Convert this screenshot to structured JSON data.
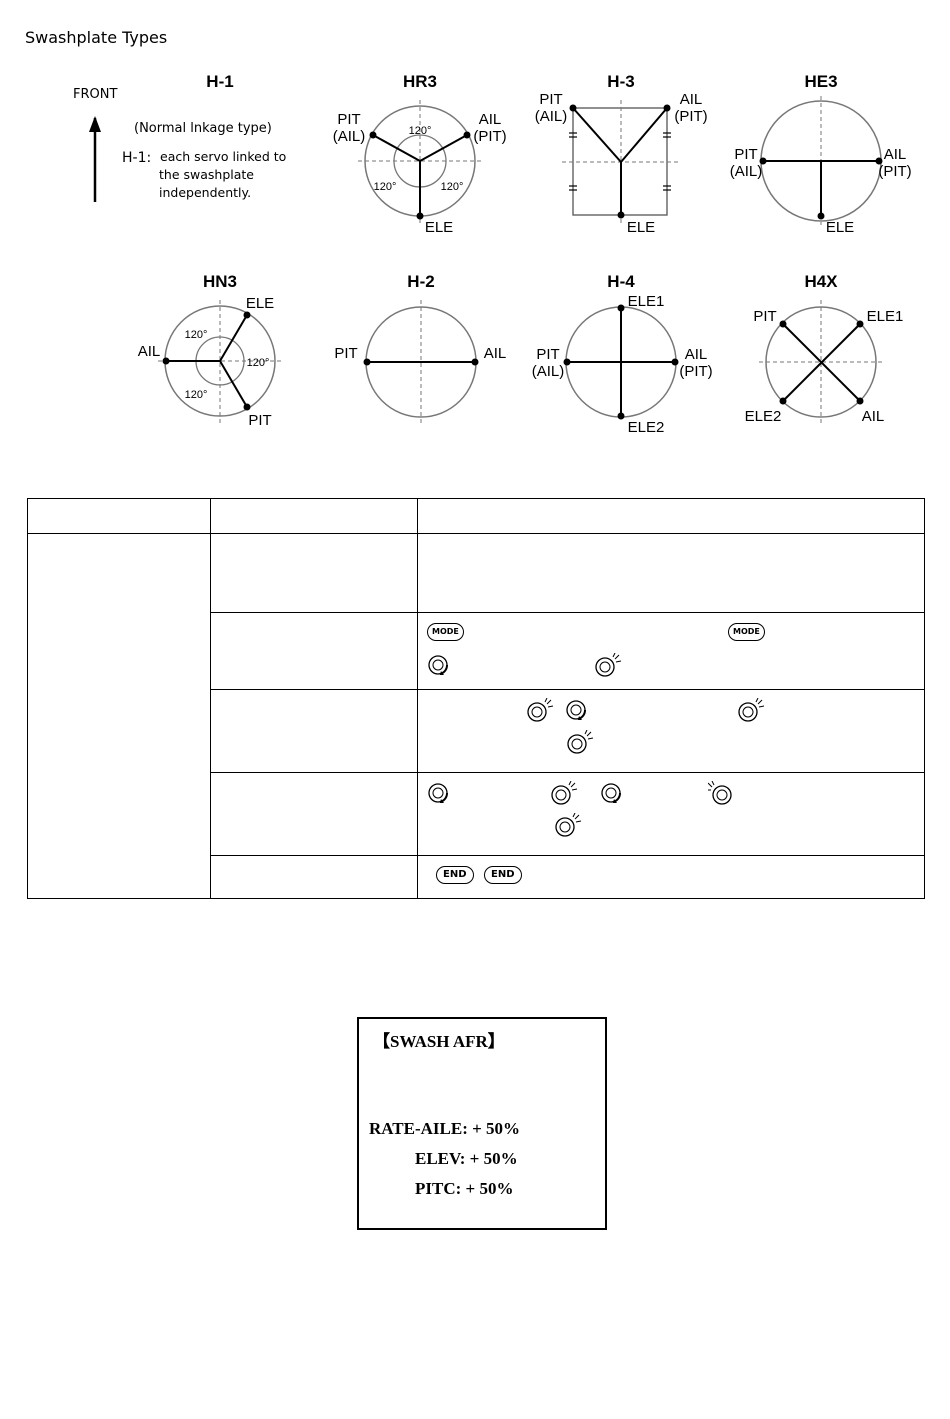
{
  "page_title": "Swashplate Types",
  "diagrams": {
    "h1": {
      "title": "H-1",
      "front": "FRONT",
      "note": "(Normal lnkage type)",
      "desc_key": "H-1:",
      "desc_1": "each servo linked to",
      "desc_2": "the swashplate",
      "desc_3": "independently."
    },
    "hr3": {
      "title": "HR3",
      "pit": "PIT",
      "pit_sub": "(AIL)",
      "ail": "AIL",
      "ail_sub": "(PIT)",
      "ele": "ELE",
      "ang_top": "120°",
      "ang_left": "120°",
      "ang_right": "120°"
    },
    "h3": {
      "title": "H-3",
      "pit": "PIT",
      "pit_sub": "(AIL)",
      "ail": "AIL",
      "ail_sub": "(PIT)",
      "ele": "ELE"
    },
    "he3": {
      "title": "HE3",
      "pit": "PIT",
      "pit_sub": "(AIL)",
      "ail": "AIL",
      "ail_sub": "(PIT)",
      "ele": "ELE"
    },
    "hn3": {
      "title": "HN3",
      "ele": "ELE",
      "ail": "AIL",
      "pit": "PIT",
      "ang_top": "120°",
      "ang_right": "120°",
      "ang_bottom": "120°"
    },
    "h2": {
      "title": "H-2",
      "pit": "PIT",
      "ail": "AIL"
    },
    "h4": {
      "title": "H-4",
      "ele1": "ELE1",
      "ele2": "ELE2",
      "pit": "PIT",
      "pit_sub": "(AIL)",
      "ail": "AIL",
      "ail_sub": "(PIT)"
    },
    "h4x": {
      "title": "H4X",
      "pit": "PIT",
      "ele1": "ELE1",
      "ele2": "ELE2",
      "ail": "AIL"
    }
  },
  "buttons": {
    "mode": "MODE",
    "end": "END"
  },
  "lcd": {
    "title": "【SWASH AFR】",
    "line1": "RATE-AILE: + 50%",
    "line2": "ELEV: + 50%",
    "line3": "PITC: + 50%"
  }
}
